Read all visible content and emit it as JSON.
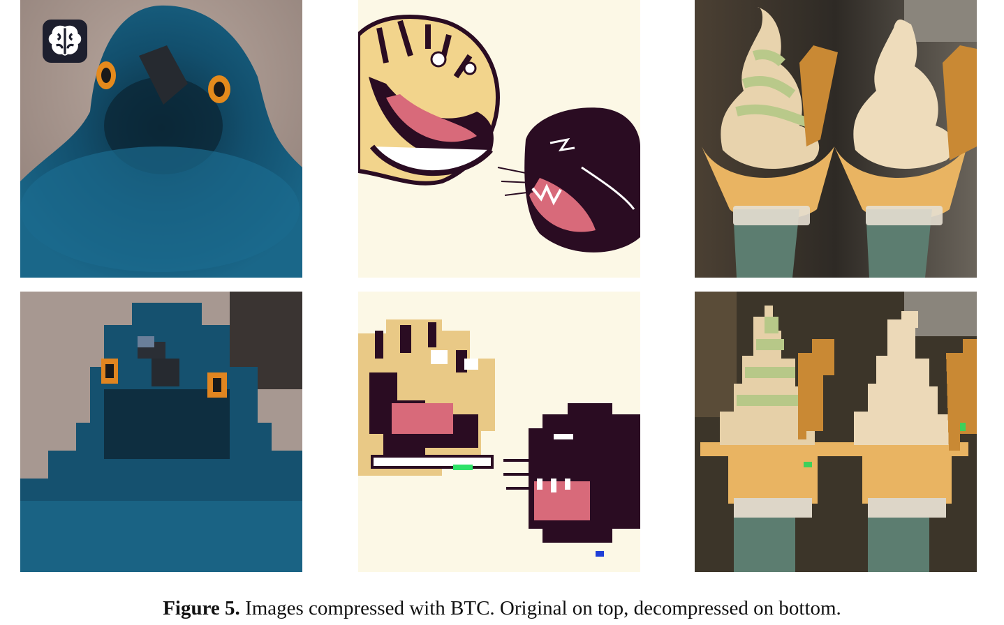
{
  "figure": {
    "label": "Figure 5.",
    "caption_text": "Images compressed with BTC. Original on top, decompressed on bottom."
  },
  "panels": {
    "top_row": [
      "blue-bird-original",
      "tiger-panther-tattoo-original",
      "ice-cream-cones-original"
    ],
    "bottom_row": [
      "blue-bird-decompressed",
      "tiger-panther-tattoo-decompressed",
      "ice-cream-cones-decompressed"
    ]
  },
  "overlay": {
    "icon": "brain-icon",
    "background": "#1d1f2e"
  },
  "colors": {
    "bird_blue": "#0f4f6e",
    "tattoo_bg": "#fcf8e6",
    "panther": "#2a0c22",
    "tiger_yellow": "#f2d48c",
    "tongue_pink": "#d86a7a",
    "cone_orange": "#e9b462",
    "cream_green": "#b9c98a",
    "cream_beige": "#e8d3ad"
  }
}
